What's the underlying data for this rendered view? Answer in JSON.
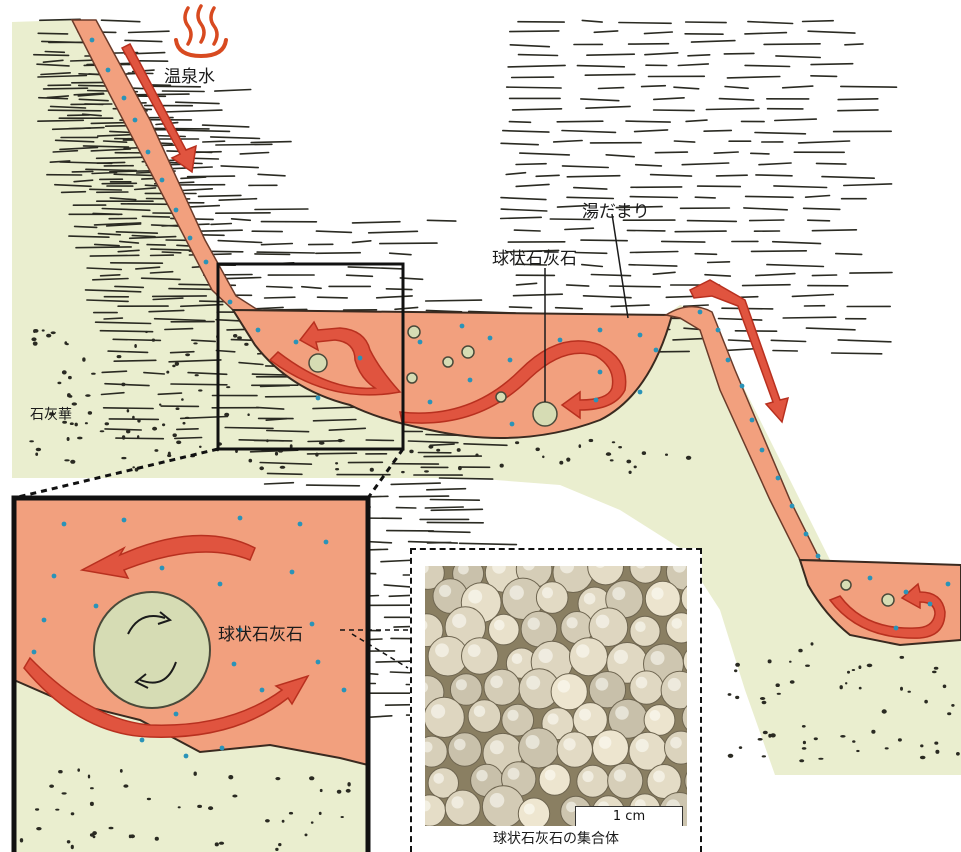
{
  "labels": {
    "hot_spring_water": "温泉水",
    "pool": "湯だまり",
    "pisolite_upper": "球状石灰石",
    "travertine": "石灰華",
    "pisolite_inset": "球状石灰石",
    "scale": "1 cm",
    "photo_caption": "球状石灰石の集合体"
  },
  "icons": {
    "hot_spring": "hot-spring-symbol"
  },
  "colors": {
    "water": "#f2a07e",
    "rock": "#eaeecf",
    "arrow": "#e0543f",
    "arrow_outline": "#b8301f",
    "dot": "#2a93b8",
    "pisolite": "#d6dcb4"
  }
}
